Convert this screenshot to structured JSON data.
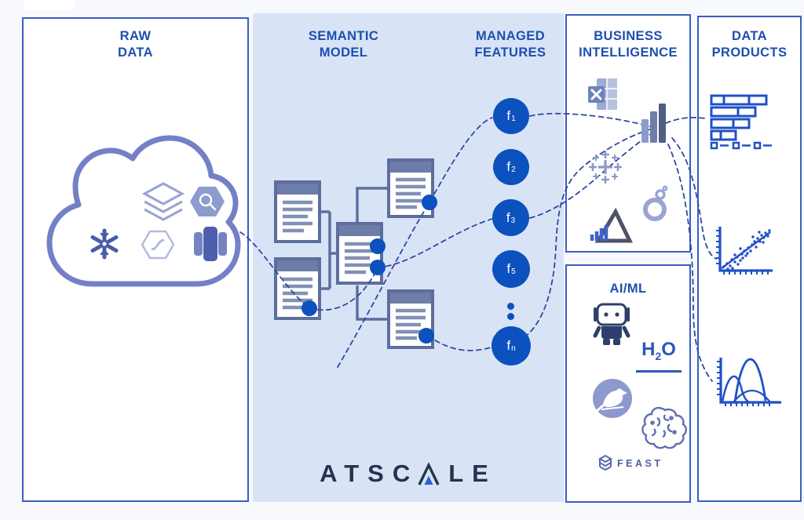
{
  "panels": {
    "raw_data": {
      "title": [
        "RAW",
        "DATA"
      ]
    },
    "semantic_model": {
      "title": [
        "SEMANTIC",
        "MODEL"
      ]
    },
    "managed_features": {
      "title": [
        "MANAGED",
        "FEATURES"
      ]
    },
    "business_intelligence": {
      "title": [
        "BUSINESS",
        "INTELLIGENCE"
      ]
    },
    "ai_ml": {
      "title": [
        "AI/ML"
      ]
    },
    "data_products": {
      "title": [
        "DATA",
        "PRODUCTS"
      ]
    }
  },
  "features": {
    "items": [
      {
        "label": "f",
        "sub": "1"
      },
      {
        "label": "f",
        "sub": "2"
      },
      {
        "label": "f",
        "sub": "3"
      },
      {
        "label": "f",
        "sub": "5"
      },
      {
        "label": "f",
        "sub": "n"
      }
    ]
  },
  "ai_ml_labels": {
    "h2o": {
      "h": "H",
      "sub": "2",
      "o": "O"
    },
    "feast": "FEAST"
  },
  "brand": {
    "prefix": "ATSC",
    "suffix": "LE"
  },
  "icons": {
    "raw_data_cloud": [
      "databricks",
      "bigquery",
      "snowflake",
      "starburst",
      "redshift"
    ],
    "business_intelligence": [
      "excel",
      "power-bi",
      "tableau",
      "looker",
      "analytics-chart"
    ],
    "ai_ml": [
      "robot",
      "h2o",
      "dataiku-bird",
      "brain-circuit",
      "feast-cube"
    ],
    "data_products": [
      "segmented-bar-chart",
      "scatter-plot",
      "distribution-curves"
    ]
  },
  "colors": {
    "title_blue": "#1d4fb0",
    "panel_border": "#3a5fc0",
    "semantic_panel_bg": "#d8e4f6",
    "feature_circle": "#0c51bd",
    "document_slate": "#5d6e9d",
    "dashed_line": "#31499e",
    "chart_outline": "#2050c8",
    "logo_navy": "#27324f",
    "logo_triangle": "#2e63d3",
    "background": "#f8f9fc"
  }
}
